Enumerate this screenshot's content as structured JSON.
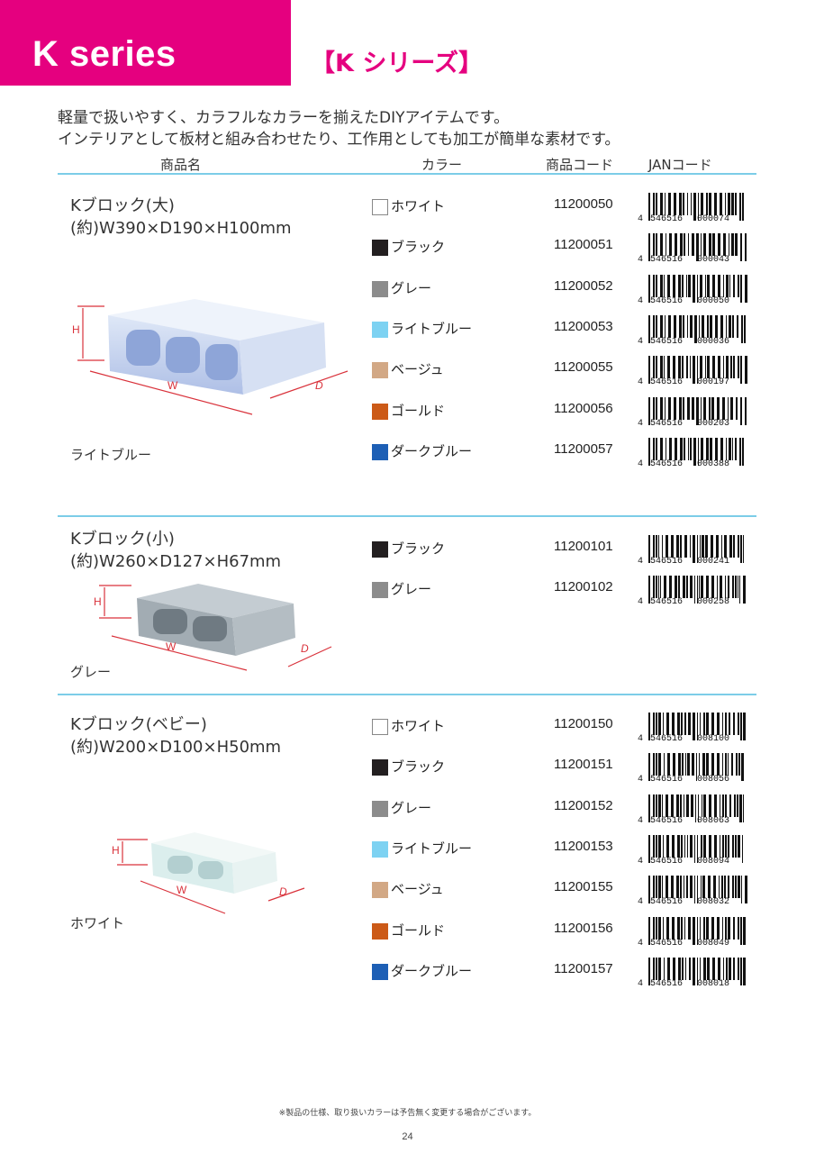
{
  "header": {
    "title_en": "K series",
    "title_ja": "【K シリーズ】"
  },
  "intro": {
    "line1": "軽量で扱いやすく、カラフルなカラーを揃えたDIYアイテムです。",
    "line2": "インテリアとして板材と組み合わせたり、工作用としても加工が簡単な素材です。"
  },
  "columns": {
    "name": "商品名",
    "color": "カラー",
    "code": "商品コード",
    "jan": "JANコード"
  },
  "dimension_labels": {
    "h": "H",
    "w": "W",
    "d": "D"
  },
  "colors": {
    "white": "#ffffff",
    "black": "#231f20",
    "gray": "#8c8c8c",
    "lightblue": "#7dd2f2",
    "beige": "#d2a885",
    "gold": "#cc5a17",
    "darkblue": "#1d5fb5",
    "accent": "#e5007f",
    "rule": "#7ccde8"
  },
  "products": [
    {
      "name": "Kブロック(大)",
      "size": "(約)W390×D190×H100mm",
      "shown_color": "ライトブルー",
      "variants": [
        {
          "color": "ホワイト",
          "swatch": "white",
          "code": "11200050",
          "jan": [
            "4",
            "546516",
            "000074"
          ]
        },
        {
          "color": "ブラック",
          "swatch": "black",
          "code": "11200051",
          "jan": [
            "4",
            "546516",
            "000043"
          ]
        },
        {
          "color": "グレー",
          "swatch": "gray",
          "code": "11200052",
          "jan": [
            "4",
            "546516",
            "000050"
          ]
        },
        {
          "color": "ライトブルー",
          "swatch": "lightblue",
          "code": "11200053",
          "jan": [
            "4",
            "546516",
            "000036"
          ]
        },
        {
          "color": "ベージュ",
          "swatch": "beige",
          "code": "11200055",
          "jan": [
            "4",
            "546516",
            "000197"
          ]
        },
        {
          "color": "ゴールド",
          "swatch": "gold",
          "code": "11200056",
          "jan": [
            "4",
            "546516",
            "000203"
          ]
        },
        {
          "color": "ダークブルー",
          "swatch": "darkblue",
          "code": "11200057",
          "jan": [
            "4",
            "546516",
            "000388"
          ]
        }
      ]
    },
    {
      "name": "Kブロック(小)",
      "size": "(約)W260×D127×H67mm",
      "shown_color": "グレー",
      "variants": [
        {
          "color": "ブラック",
          "swatch": "black",
          "code": "11200101",
          "jan": [
            "4",
            "546516",
            "000241"
          ]
        },
        {
          "color": "グレー",
          "swatch": "gray",
          "code": "11200102",
          "jan": [
            "4",
            "546516",
            "000258"
          ]
        }
      ]
    },
    {
      "name": "Kブロック(ベビー)",
      "size": "(約)W200×D100×H50mm",
      "shown_color": "ホワイト",
      "variants": [
        {
          "color": "ホワイト",
          "swatch": "white",
          "code": "11200150",
          "jan": [
            "4",
            "546516",
            "008100"
          ]
        },
        {
          "color": "ブラック",
          "swatch": "black",
          "code": "11200151",
          "jan": [
            "4",
            "546516",
            "008056"
          ]
        },
        {
          "color": "グレー",
          "swatch": "gray",
          "code": "11200152",
          "jan": [
            "4",
            "546516",
            "008063"
          ]
        },
        {
          "color": "ライトブルー",
          "swatch": "lightblue",
          "code": "11200153",
          "jan": [
            "4",
            "546516",
            "008094"
          ]
        },
        {
          "color": "ベージュ",
          "swatch": "beige",
          "code": "11200155",
          "jan": [
            "4",
            "546516",
            "008032"
          ]
        },
        {
          "color": "ゴールド",
          "swatch": "gold",
          "code": "11200156",
          "jan": [
            "4",
            "546516",
            "008049"
          ]
        },
        {
          "color": "ダークブルー",
          "swatch": "darkblue",
          "code": "11200157",
          "jan": [
            "4",
            "546516",
            "008018"
          ]
        }
      ]
    }
  ],
  "footnote": "※製品の仕様、取り扱いカラーは予告無く変更する場合がございます。",
  "page_number": "24"
}
